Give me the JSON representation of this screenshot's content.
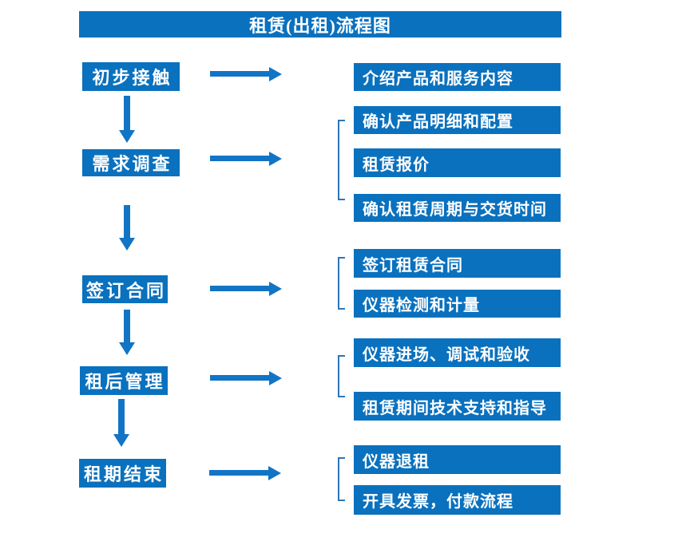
{
  "title": "租赁(出租)流程图",
  "colors": {
    "box_blue": "#0a71be",
    "arrow_blue": "#1274c5",
    "bracket_blue": "#2e75b6",
    "text_white": "#ffffff",
    "background": "#ffffff"
  },
  "steps": [
    {
      "label": "初步接触",
      "details": [
        "介绍产品和服务内容"
      ]
    },
    {
      "label": "需求调查",
      "details": [
        "确认产品明细和配置",
        "租赁报价",
        "确认租赁周期与交货时间"
      ]
    },
    {
      "label": "签订合同",
      "details": [
        "签订租赁合同",
        "仪器检测和计量"
      ]
    },
    {
      "label": "租后管理",
      "details": [
        "仪器进场、调试和验收",
        "租赁期间技术支持和指导"
      ]
    },
    {
      "label": "租期结束",
      "details": [
        "仪器退租",
        "开具发票，付款流程"
      ]
    }
  ]
}
